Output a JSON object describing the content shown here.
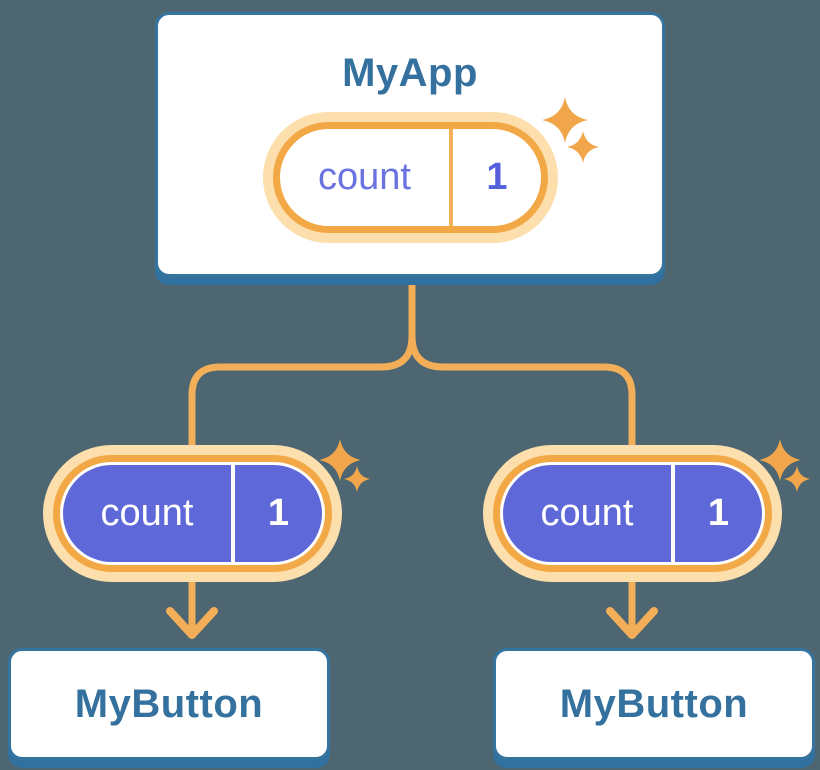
{
  "diagram": {
    "description_colors": {
      "background": "#4D6671",
      "card_border_blue": "#35749F",
      "card_shadow_blue": "#31719F",
      "title_blue": "#35719E",
      "pill_ring_orange": "#F2A845",
      "pill_glow_orange": "#FCDFAC",
      "connector_orange": "#F3AF58",
      "sparkle_orange": "#F1A64C",
      "state_purple_fill": "#5F68D8",
      "state_name_purple": "#6B73E0",
      "state_value_purple": "#5460DB"
    },
    "root_card": {
      "title": "MyApp",
      "state": {
        "name": "count",
        "value": "1"
      }
    },
    "child_pills": [
      {
        "name": "count",
        "value": "1"
      },
      {
        "name": "count",
        "value": "1"
      }
    ],
    "child_cards": [
      {
        "title": "MyButton"
      },
      {
        "title": "MyButton"
      }
    ]
  }
}
